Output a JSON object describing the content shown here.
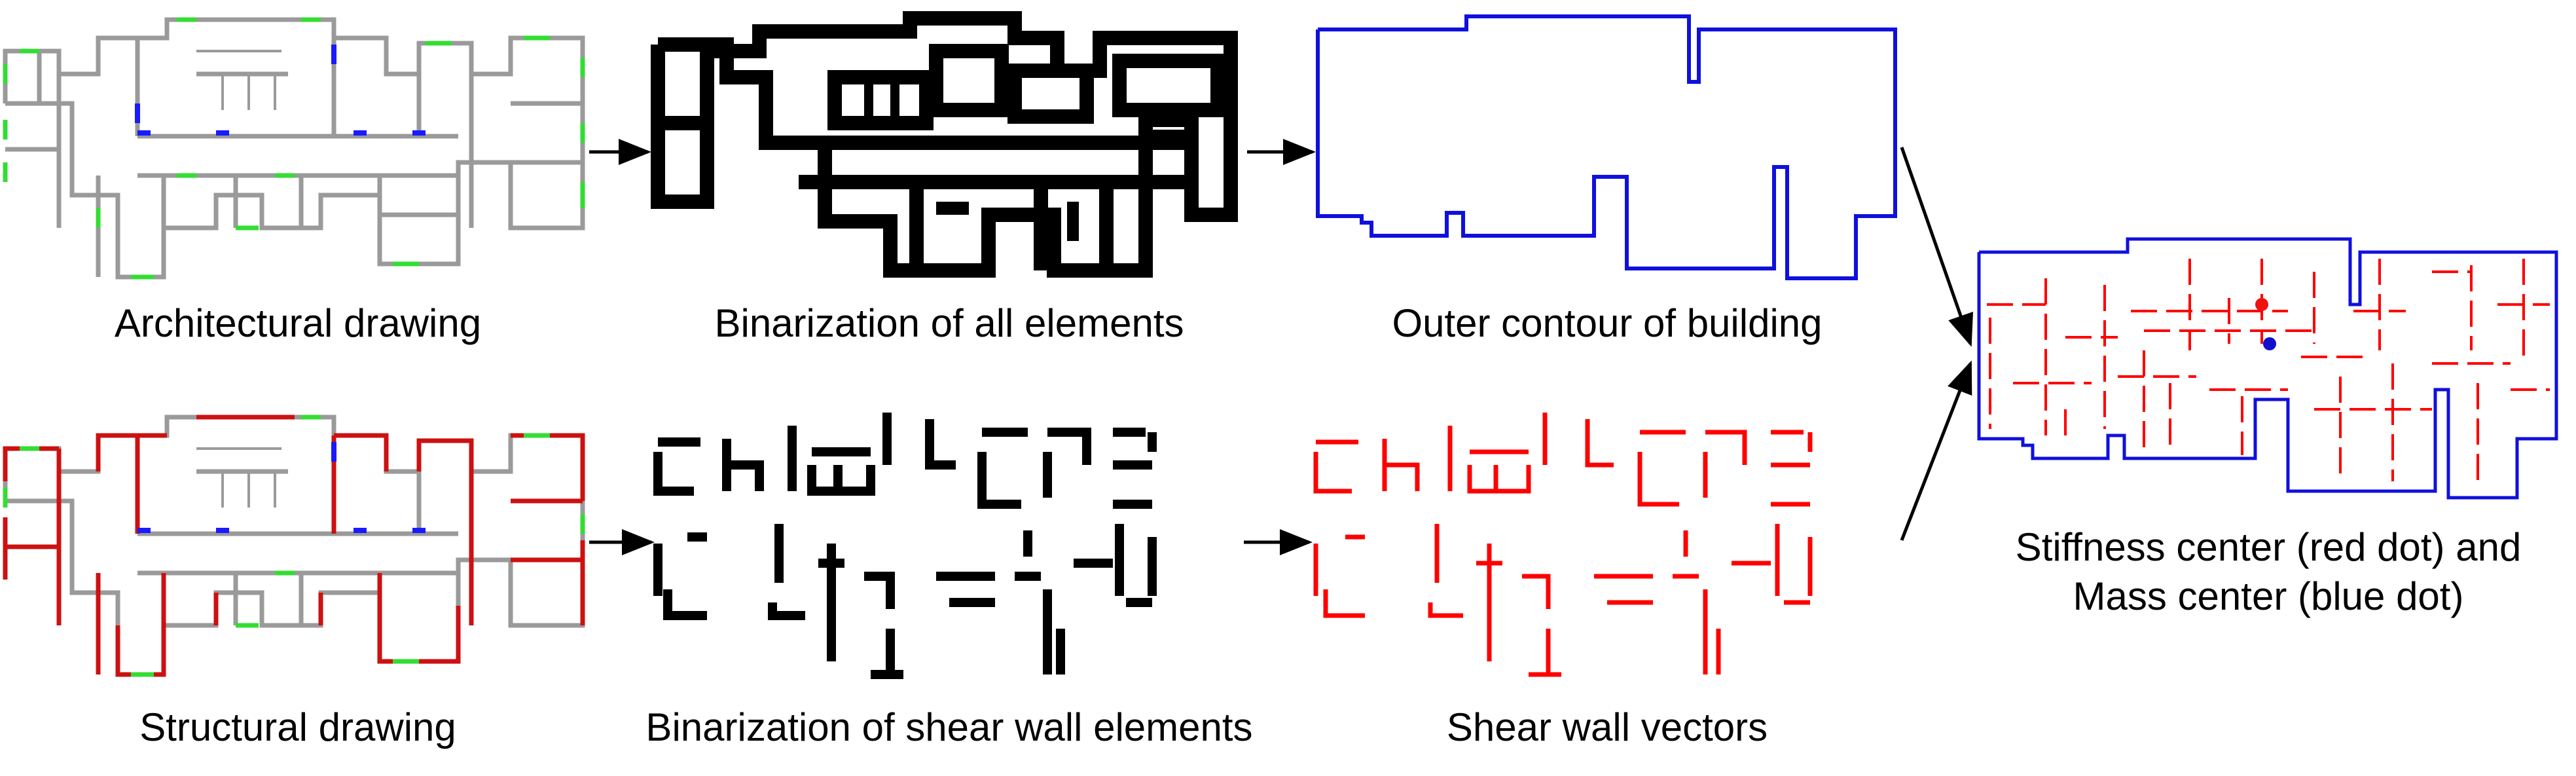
{
  "captions": {
    "architectural": "Architectural drawing",
    "binarization_all": "Binarization of all elements",
    "outer_contour": "Outer contour of building",
    "structural": "Structural drawing",
    "binarization_shear": "Binarization of shear wall elements",
    "shear_vectors": "Shear wall vectors",
    "result_line1": "Stiffness center (red dot) and",
    "result_line2": "Mass center (blue dot)"
  },
  "colors": {
    "wall_gray": "#9a9a9a",
    "green_marks": "#33dd33",
    "blue_marks": "#1a1aff",
    "shear_red": "#cc1111",
    "binary_black": "#000000",
    "contour_blue": "#1010dd",
    "vector_red": "#ff0000",
    "stiffness_dot": "#ee1111",
    "mass_dot": "#1111cc"
  }
}
